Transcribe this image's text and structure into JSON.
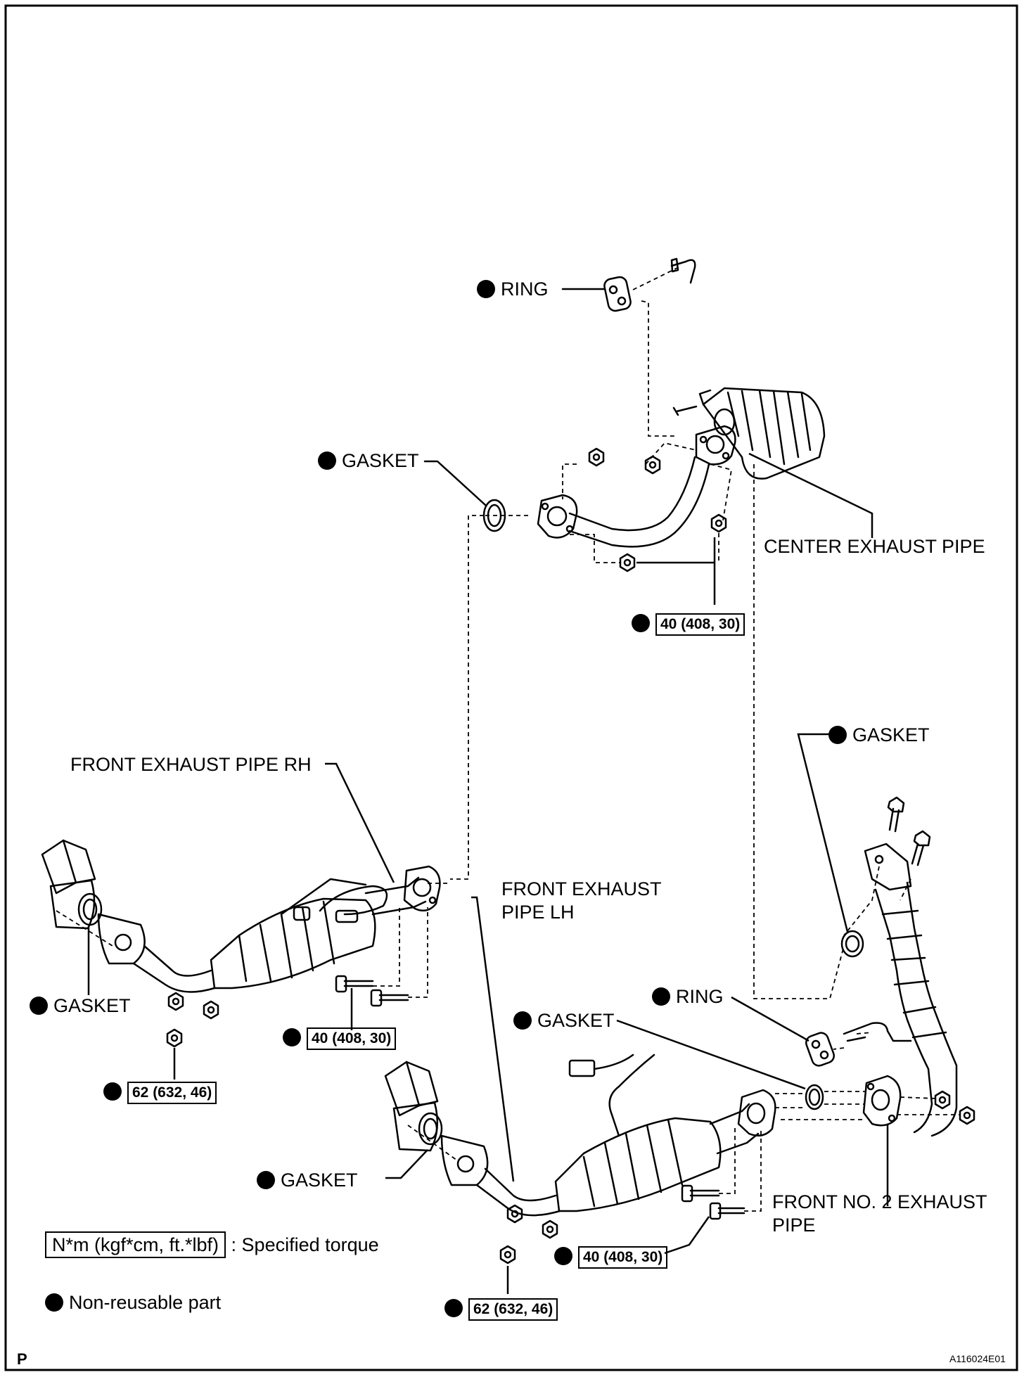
{
  "labels": {
    "ring_top": "RING",
    "gasket_top": "GASKET",
    "center_exhaust_pipe": "CENTER EXHAUST PIPE",
    "torque_center": "40 (408, 30)",
    "gasket_right": "GASKET",
    "front_exhaust_pipe_rh": "FRONT EXHAUST PIPE RH",
    "front_exhaust_pipe_lh_line1": "FRONT EXHAUST",
    "front_exhaust_pipe_lh_line2": "PIPE LH",
    "gasket_left": "GASKET",
    "torque_rh_bolt": "40 (408, 30)",
    "torque_rh_nut": "62 (632, 46)",
    "ring_bottom": "RING",
    "gasket_mid": "GASKET",
    "gasket_lower_left": "GASKET",
    "front_no2_line1": "FRONT NO. 2 EXHAUST",
    "front_no2_line2": "PIPE",
    "torque_lh_bolt": "40 (408, 30)",
    "torque_lh_nut": "62 (632, 46)"
  },
  "legend": {
    "torque_box": "N*m (kgf*cm, ft.*lbf)",
    "torque_text": ": Specified torque",
    "non_reusable": "Non-reusable part"
  },
  "footer": {
    "left": "P",
    "right": "A116024E01"
  }
}
